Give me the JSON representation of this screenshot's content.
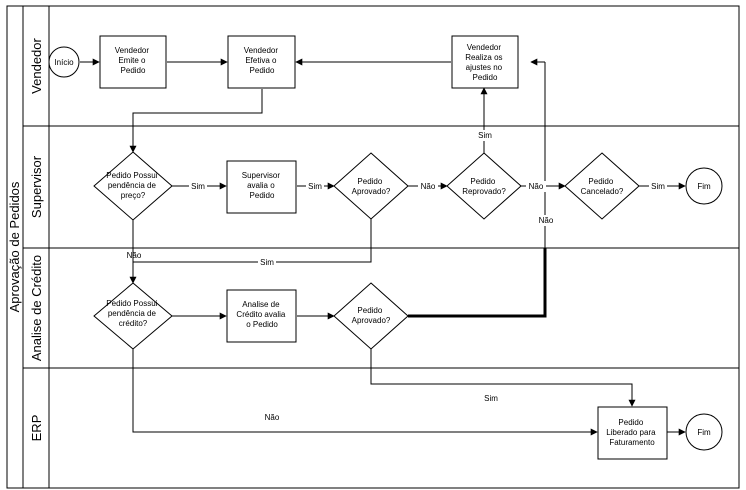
{
  "pool": {
    "title": "Aprovação de Pedidos"
  },
  "lanes": [
    {
      "id": "vendedor",
      "label": "Vendedor"
    },
    {
      "id": "supervisor",
      "label": "Supervisor"
    },
    {
      "id": "credito",
      "label": "Analise de Crédito"
    },
    {
      "id": "erp",
      "label": "ERP"
    }
  ],
  "nodes": {
    "inicio": [
      "Início"
    ],
    "emite": [
      "Vendedor",
      "Emite o",
      "Pedido"
    ],
    "efetiva": [
      "Vendedor",
      "Efetiva o",
      "Pedido"
    ],
    "ajustes": [
      "Vendedor",
      "Realiza os",
      "ajustes no",
      "Pedido"
    ],
    "pendencia_preco": [
      "Pedido Possui",
      "pendência de",
      "preço?"
    ],
    "supervisor_avalia": [
      "Supervisor",
      "avalia o",
      "Pedido"
    ],
    "sup_aprovado": [
      "Pedido",
      "Aprovado?"
    ],
    "reprovado": [
      "Pedido",
      "Reprovado?"
    ],
    "cancelado": [
      "Pedido",
      "Cancelado?"
    ],
    "fim1": [
      "Fim"
    ],
    "pendencia_credito": [
      "Pedido Possui",
      "pendência de",
      "crédito?"
    ],
    "analise_credito": [
      "Analise de",
      "Crédito avalia",
      "o Pedido"
    ],
    "cred_aprovado": [
      "Pedido",
      "Aprovado?"
    ],
    "liberado": [
      "Pedido",
      "Liberado para",
      "Faturamento"
    ],
    "fim2": [
      "Fim"
    ]
  },
  "edge_labels": {
    "sim_preco": "Sim",
    "sim_sup_aprovado": "Sim",
    "nao_sup_aprovado": "Não",
    "sim_reprovado": "Sim",
    "nao_reprovado": "Não",
    "sim_cancelado": "Sim",
    "nao_preco": "Não",
    "sim_back": "Sim",
    "nao_cancelado": "Não",
    "sim_cred": "Sim",
    "nao_credito": "Não"
  }
}
